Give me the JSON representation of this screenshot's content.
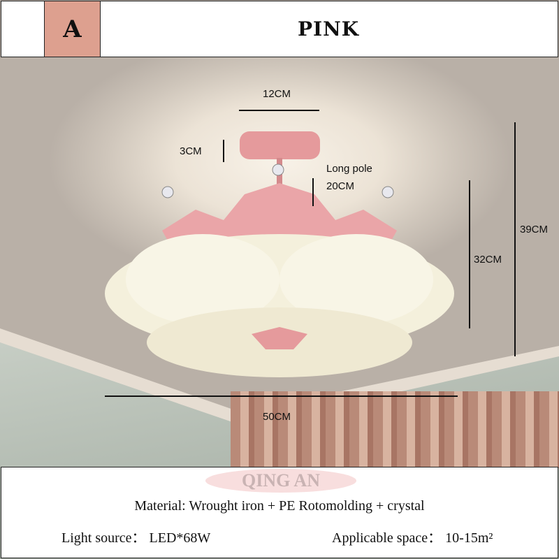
{
  "header": {
    "badge": "A",
    "color_name": "PINK",
    "badge_color": "#dda08f"
  },
  "dimensions": {
    "canopy_width": "12CM",
    "canopy_height": "3CM",
    "long_pole_label": "Long pole",
    "long_pole": "20CM",
    "lamp_height": "32CM",
    "total_height": "39CM",
    "diameter": "50CM"
  },
  "watermark": "QING AN",
  "specs": {
    "material": "Material: Wrought iron + PE Rotomolding + crystal",
    "light_source": "Light source： LED*68W",
    "applicable_space": "Applicable space： 10-15m²"
  },
  "colors": {
    "lamp_pink": "#e9a3a6",
    "shade": "#f4f0dc"
  }
}
